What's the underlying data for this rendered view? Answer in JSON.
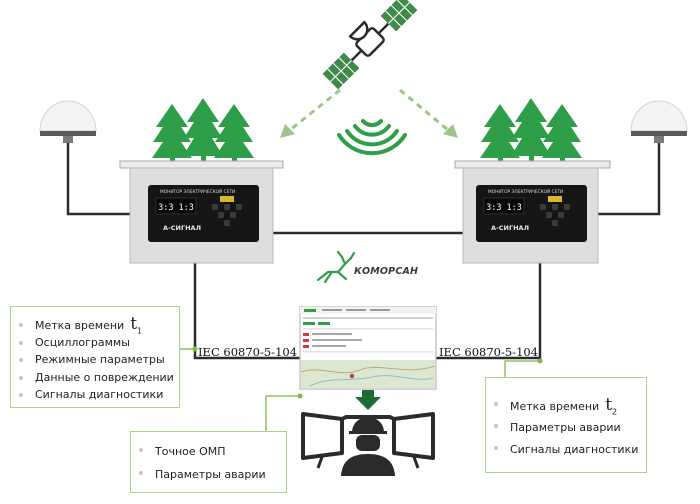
{
  "brand": {
    "name": "КОМОРСАН"
  },
  "devices": {
    "left": {
      "brand_label": "МОНИТОР ЭЛЕКТРИЧЕСКОЙ СЕТИ",
      "model": "А-СИГНАЛ",
      "display": "3:3 1:3"
    },
    "right": {
      "brand_label": "МОНИТОР ЭЛЕКТРИЧЕСКОЙ СЕТИ",
      "model": "А-СИГНАЛ",
      "display": "3:3 1:3"
    }
  },
  "protocols": {
    "left": "IEC 60870-5-104",
    "right": "IEC 60870-5-104"
  },
  "left_box": {
    "items": [
      {
        "label": "Метка времени",
        "t": "t",
        "sub": "1"
      },
      {
        "label": "Осциллограммы"
      },
      {
        "label": "Режимные параметры"
      },
      {
        "label": "Данные о повреждении"
      },
      {
        "label": "Сигналы диагностики"
      }
    ]
  },
  "right_box": {
    "items": [
      {
        "label": "Метка времени",
        "t": "t",
        "sub": "2"
      },
      {
        "label": "Параметры аварии"
      },
      {
        "label": "Сигналы диагностики"
      }
    ]
  },
  "bottom_box": {
    "items": [
      {
        "label": "Точное ОМП"
      },
      {
        "label": "Параметры аварии"
      }
    ]
  },
  "colors": {
    "green": "#2e9e48",
    "dark_green": "#1f6b33",
    "frame": "#2b2b2b",
    "box_border": "#a8d38a",
    "housing": "#dedede"
  }
}
